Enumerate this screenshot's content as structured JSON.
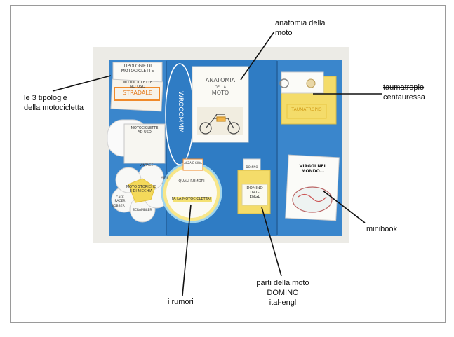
{
  "annotations": {
    "anatomia": [
      "anatomia della",
      "moto"
    ],
    "tipologie": [
      "le 3 tipologie",
      "della motocicletta"
    ],
    "taumatropio": [
      "taumatropio",
      "centauressa"
    ],
    "minibook": "minibook",
    "rumori": "i rumori",
    "domino": [
      "parti della moto",
      "DOMINO",
      "ital-engl"
    ]
  },
  "photo": {
    "tipologie_title": [
      "TIPOLOGIE DI",
      "MOTOCICLETTE"
    ],
    "motociclette_no_uso": [
      "MOTOCICLETTE",
      "NO USO"
    ],
    "stradale": "STRADALE",
    "motociclette_ad_uso": [
      "MOTOCICLETTE",
      "AD USO"
    ],
    "storiche": [
      "MOTO STORICHE",
      "E DI NICCHIA"
    ],
    "petal_labels": [
      "VINTAGE",
      "MINI",
      "CAFE RACER",
      "BOBBER",
      "SCRAMBLER"
    ],
    "wrooom": "WROOOMMM",
    "anatomia_card": [
      "ANATOMIA",
      "DELLA",
      "MOTO"
    ],
    "taumatropio_label": "TAUMATROPIO",
    "wheel_tab": "ALZA E GIRA",
    "wheel_text": [
      "QUALI RUMORI",
      "FA LA MOTOCICLETTA?"
    ],
    "domino_tab": "DOMINO",
    "domino_card": [
      "DOMINO",
      "ITAL-",
      "ENGL"
    ],
    "minibook_title": "VIAGGI NEL MONDO..."
  },
  "colors": {
    "folder_blue": "#2f7cc4",
    "yellow": "#f4dc6a",
    "line": "#111111"
  }
}
